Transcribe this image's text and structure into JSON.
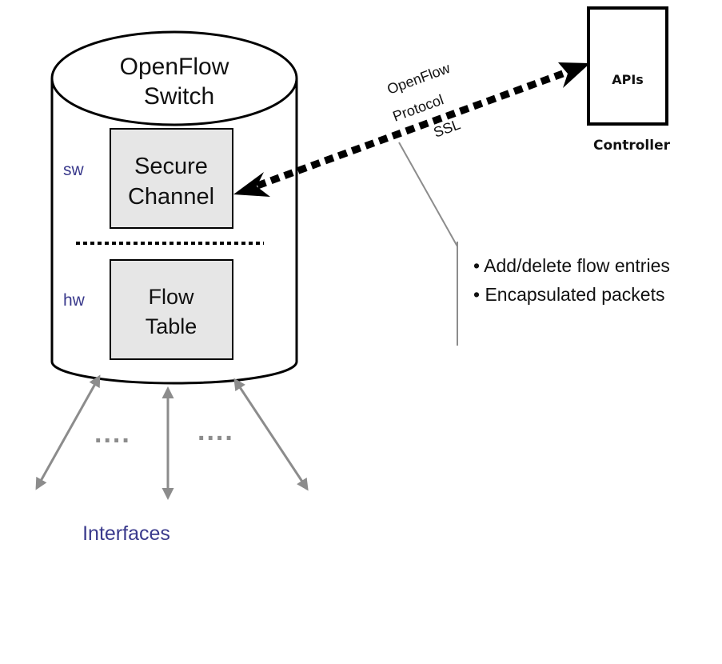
{
  "switch": {
    "title_line1": "OpenFlow",
    "title_line2": "Switch",
    "sw_label": "sw",
    "hw_label": "hw",
    "secure_channel_line1": "Secure",
    "secure_channel_line2": "Channel",
    "flow_table_line1": "Flow",
    "flow_table_line2": "Table"
  },
  "link": {
    "line1": "OpenFlow",
    "line2": "Protocol",
    "line3": "SSL"
  },
  "controller": {
    "box_label": "APIs",
    "name": "Controller"
  },
  "notes": [
    "• Add/delete flow entries",
    "• Encapsulated packets"
  ],
  "interfaces": {
    "label": "Interfaces",
    "dots_left": "....",
    "dots_right": "...."
  },
  "colors": {
    "blue_text": "#3a3a8c",
    "box_fill": "#e6e6e6",
    "arrow_gray": "#8c8c8c"
  }
}
